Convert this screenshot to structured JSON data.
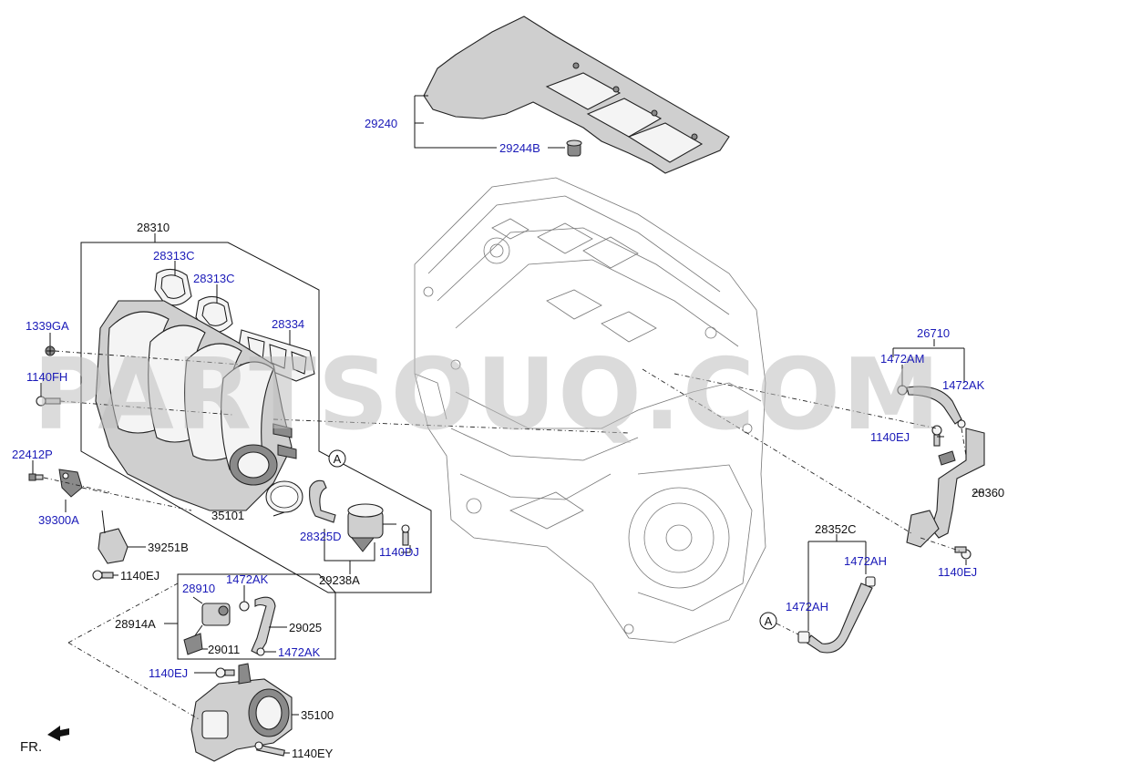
{
  "watermark": "PARTSOUQ.COM",
  "orientation_label": "FR.",
  "callout_letter": "A",
  "labels": {
    "p29240": "29240",
    "p29244B": "29244B",
    "p28310": "28310",
    "p28313C_a": "28313C",
    "p28313C_b": "28313C",
    "p28334": "28334",
    "p1339GA": "1339GA",
    "p1140FH": "1140FH",
    "p22412P": "22412P",
    "p39300A": "39300A",
    "p39251B": "39251B",
    "p1140EJ_a": "1140EJ",
    "p35101": "35101",
    "p28325D": "28325D",
    "p1140DJ": "1140DJ",
    "p29238A": "29238A",
    "p28910": "28910",
    "p1472AK_a": "1472AK",
    "p28914A": "28914A",
    "p29025": "29025",
    "p29011": "29011",
    "p1472AK_b": "1472AK",
    "p1140EJ_b": "1140EJ",
    "p35100": "35100",
    "p1140EY": "1140EY",
    "p26710": "26710",
    "p1472AM": "1472AM",
    "p1472AK_c": "1472AK",
    "p1140EJ_c": "1140EJ",
    "p28360": "28360",
    "p28352C": "28352C",
    "p1472AH_a": "1472AH",
    "p1472AH_b": "1472AH",
    "p1140EJ_d": "1140EJ"
  },
  "colors": {
    "part_number_blue": "#1a1ab8",
    "label_black": "#111111",
    "watermark_gray": "#bdbdbd"
  }
}
